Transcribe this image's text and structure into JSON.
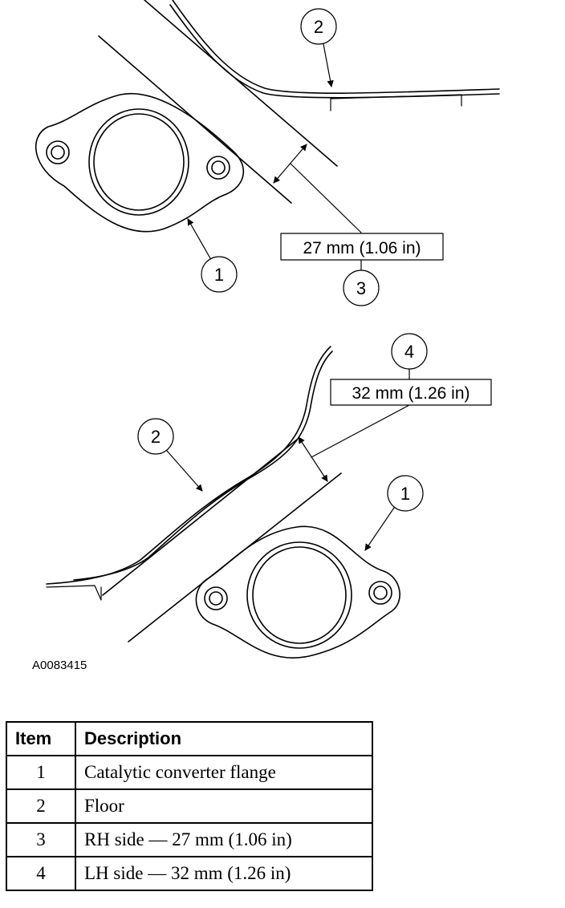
{
  "figure": {
    "id": "A0083415",
    "upper_view": {
      "dimension_label": "27 mm (1.06 in)",
      "callouts": [
        "1",
        "2",
        "3"
      ]
    },
    "lower_view": {
      "dimension_label": "32 mm (1.26 in)",
      "callouts": [
        "1",
        "2",
        "4"
      ]
    }
  },
  "legend": {
    "header_item": "Item",
    "header_description": "Description",
    "rows": [
      {
        "item": "1",
        "description": "Catalytic converter flange"
      },
      {
        "item": "2",
        "description": "Floor"
      },
      {
        "item": "3",
        "description": "RH side — 27 mm (1.06 in)"
      },
      {
        "item": "4",
        "description": "LH side — 32 mm (1.26 in)"
      }
    ]
  }
}
